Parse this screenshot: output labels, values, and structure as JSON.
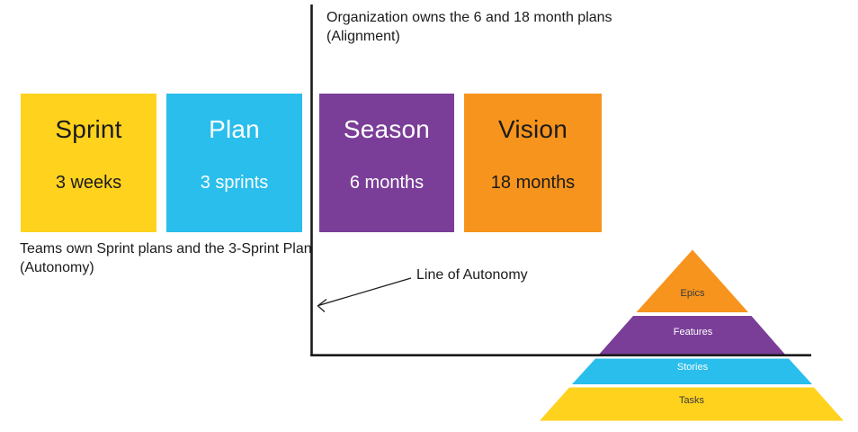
{
  "colors": {
    "yellow": "#FFD21E",
    "cyan": "#29BEEC",
    "purple": "#7A3E98",
    "orange": "#F7941D",
    "axis_line": "#1B1B1B",
    "text_dark": "#1B1B1B",
    "text_light": "#FFFFFF"
  },
  "annotations": {
    "alignment_note": {
      "line1": "Organization owns the 6 and 18 month plans",
      "line2": "(Alignment)"
    },
    "autonomy_note": {
      "line1": "Teams own Sprint plans and the 3-Sprint Plan",
      "line2": "(Autonomy)"
    },
    "line_of_autonomy_label": "Line of Autonomy"
  },
  "boxes": [
    {
      "id": "sprint",
      "title": "Sprint",
      "subtitle": "3 weeks",
      "color": "#FFD21E",
      "text_color": "#1B1B1B"
    },
    {
      "id": "plan",
      "title": "Plan",
      "subtitle": "3 sprints",
      "color": "#29BEEC",
      "text_color": "#FFFFFF"
    },
    {
      "id": "season",
      "title": "Season",
      "subtitle": "6 months",
      "color": "#7A3E98",
      "text_color": "#FFFFFF"
    },
    {
      "id": "vision",
      "title": "Vision",
      "subtitle": "18 months",
      "color": "#F7941D",
      "text_color": "#1B1B1B"
    }
  ],
  "pyramid": {
    "layers": [
      {
        "label": "Epics",
        "color": "#F7941D",
        "text_color": "#3A3A3A"
      },
      {
        "label": "Features",
        "color": "#7A3E98",
        "text_color": "#FFFFFF"
      },
      {
        "label": "Stories",
        "color": "#29BEEC",
        "text_color": "#FFFFFF"
      },
      {
        "label": "Tasks",
        "color": "#FFD21E",
        "text_color": "#3A3A3A"
      }
    ]
  }
}
